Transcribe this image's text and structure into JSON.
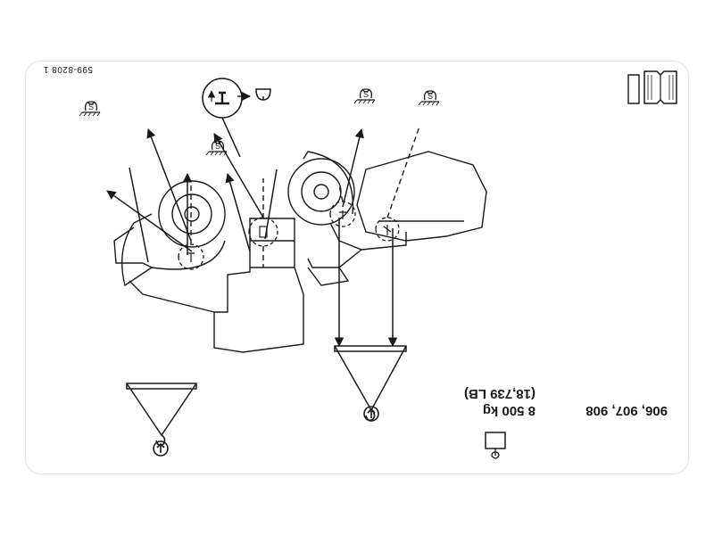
{
  "decal": {
    "part_number": "599-8208 1",
    "models": "906, 907, 908",
    "weight_kg": "8 500 kg",
    "weight_lb": "(18,739 LB)"
  },
  "colors": {
    "ink": "#1a1a1a",
    "border": "#e4e4e4",
    "background": "#ffffff"
  },
  "icons": [
    "manual-book-icon",
    "anchor-point-icon",
    "lift-hook-icon",
    "spreader-bar-icon",
    "crane-hook-icon",
    "weight-icon"
  ]
}
